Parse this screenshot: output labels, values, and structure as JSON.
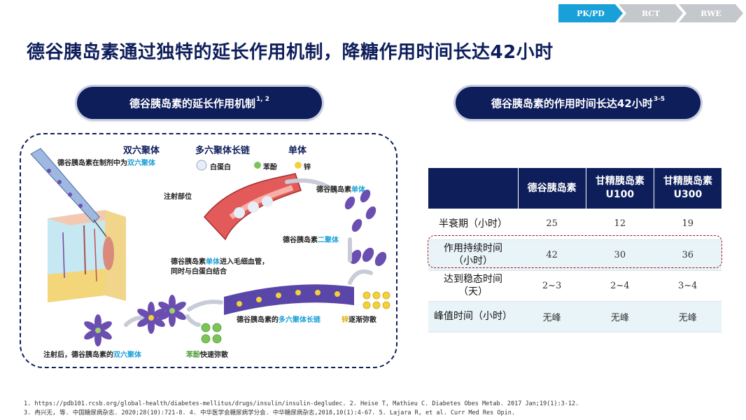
{
  "nav": [
    {
      "label": "PK/PD",
      "active": true
    },
    {
      "label": "RCT",
      "active": false
    },
    {
      "label": "RWE",
      "active": false
    }
  ],
  "title": "德谷胰岛素通过独特的延长作用机制，降糖作用时间长达42小时",
  "left_pill": {
    "text": "德谷胰岛素的延长作用机制",
    "sup": "1, 2"
  },
  "right_pill": {
    "text": "德谷胰岛素的作用时间长达42小时",
    "sup": "3-5"
  },
  "illustration": {
    "header_dihexamer": "双六聚体",
    "header_multihexamer": "多六聚体长链",
    "header_monomer": "单体",
    "legend_albumin": "白蛋白",
    "legend_phenol": "苯酚",
    "legend_zinc": "锌",
    "formulation_prefix": "德谷胰岛素在制剂中为",
    "formulation_highlight": "双六聚体",
    "injection_site": "注射部位",
    "monomer_prefix": "德谷胰岛素",
    "monomer_highlight": "单体",
    "dimer_prefix": "德谷胰岛素",
    "dimer_highlight": "二聚体",
    "capillary_prefix": "德谷胰岛素",
    "capillary_highlight": "单体",
    "capillary_suffix": "进入毛细血管，",
    "capillary_line2": "同时与白蛋白结合",
    "chain_prefix": "德谷胰岛素的",
    "chain_highlight": "多六聚体长链",
    "zinc_spread_highlight": "锌",
    "zinc_spread_suffix": "逐渐弥散",
    "after_injection_prefix": "注射后，德谷胰岛素的",
    "after_injection_highlight": "双六聚体",
    "phenol_spread_highlight": "苯酚",
    "phenol_spread_suffix": "快速弥散"
  },
  "table": {
    "headers": [
      "",
      "德谷胰岛素",
      "甘精胰岛素\nU100",
      "甘精胰岛素\nU300"
    ],
    "rows": [
      {
        "label": "半衰期（小时）",
        "values": [
          "25",
          "12",
          "19"
        ]
      },
      {
        "label": "作用持续时间\n（小时）",
        "values": [
          "42",
          "30",
          "36"
        ]
      },
      {
        "label": "达到稳态时间\n（天）",
        "values": [
          "2~3",
          "2~4",
          "3~4"
        ]
      },
      {
        "label": "峰值时间（小时）",
        "values": [
          "无峰",
          "无峰",
          "无峰"
        ]
      }
    ]
  },
  "references": [
    "1. https://pdb101.rcsb.org/global-health/diabetes-mellitus/drugs/insulin/insulin-degludec. 2. Heise T, Mathieu C. Diabetes Obes Metab. 2017 Jan;19(1):3-12.",
    "3. 冉兴无, 等. 中国糖尿病杂志. 2020;28(10):721-8. 4. 中华医学会糖尿病学分会. 中华糖尿病杂志,2018,10(1):4-67. 5. Lajara R, et al. Curr Med Res Opin."
  ],
  "colors": {
    "navy": "#0e1e5b",
    "accent": "#1aa0d8",
    "highlight_border": "#a01418",
    "row_shade": "#e9f4f8"
  }
}
